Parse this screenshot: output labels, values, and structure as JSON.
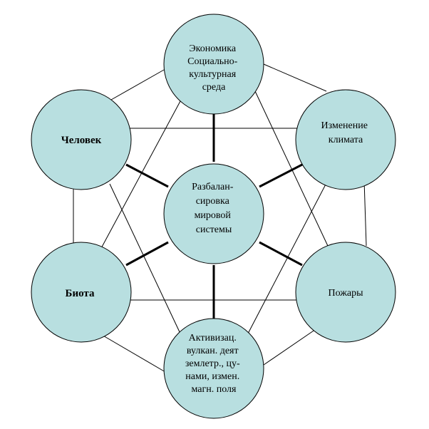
{
  "diagram": {
    "colors": {
      "background": "#ffffff",
      "node_fill": "#b8dfe0",
      "node_stroke": "#000000",
      "line": "#000000"
    },
    "nodes": {
      "economy": {
        "lines": [
          "Экономика",
          "Социально-",
          "культурная",
          "среда"
        ]
      },
      "human": {
        "lines": [
          "Человек"
        ]
      },
      "climate": {
        "lines": [
          "Изменение",
          "климата"
        ]
      },
      "center": {
        "lines": [
          "Разбалан-",
          "сировка",
          "мировой",
          "системы"
        ]
      },
      "biota": {
        "lines": [
          "Биота"
        ]
      },
      "fires": {
        "lines": [
          "Пожары"
        ]
      },
      "volcanic": {
        "lines": [
          "Активизац.",
          "вулкан. деят",
          "землетр., цу-",
          "нами, измен.",
          "магн. поля"
        ]
      }
    }
  }
}
